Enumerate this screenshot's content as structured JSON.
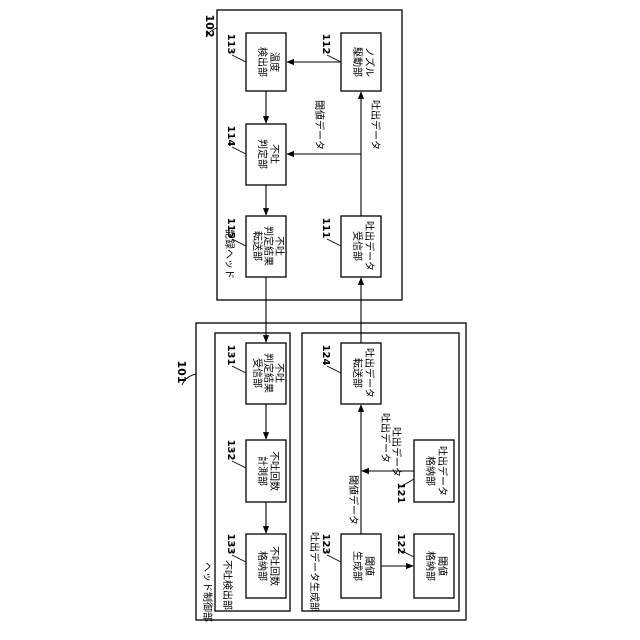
{
  "head_controller": {
    "ref": "101",
    "title": "ヘッド制御部",
    "detector": {
      "title": "不吐検出部",
      "b131": {
        "ref": "131",
        "l1": "不吐",
        "l2": "判定結果",
        "l3": "受信部"
      },
      "b132": {
        "ref": "132",
        "l1": "不吐回数",
        "l2": "計測部"
      },
      "b133": {
        "ref": "133",
        "l1": "不吐回数",
        "l2": "格納部"
      }
    },
    "generator": {
      "title": "吐出データ生成部",
      "b124": {
        "ref": "124",
        "l1": "吐出データ",
        "l2": "転送部"
      },
      "b121": {
        "ref": "121",
        "l1": "吐出データ",
        "l2": "格納部"
      },
      "b123": {
        "ref": "123",
        "l1": "閾値",
        "l2": "生成部"
      },
      "b122": {
        "ref": "122",
        "l1": "閾値",
        "l2": "格納部"
      },
      "sig_eject": "吐出データ",
      "sig_eject2": "吐出データ",
      "sig_threshold": "閾値データ"
    }
  },
  "recording_head": {
    "ref": "102",
    "title": "記録ヘッド",
    "b113": {
      "ref": "113",
      "l1": "温度",
      "l2": "検出部"
    },
    "b112": {
      "ref": "112",
      "l1": "ノズル",
      "l2": "駆動部"
    },
    "b114": {
      "ref": "114",
      "l1": "不吐",
      "l2": "判定部"
    },
    "b115": {
      "ref": "115",
      "l1": "不吐",
      "l2": "判定結果",
      "l3": "転送部"
    },
    "b111": {
      "ref": "111",
      "l1": "吐出データ",
      "l2": "受信部"
    },
    "sig_threshold": "閾値データ",
    "sig_eject": "吐出データ"
  }
}
